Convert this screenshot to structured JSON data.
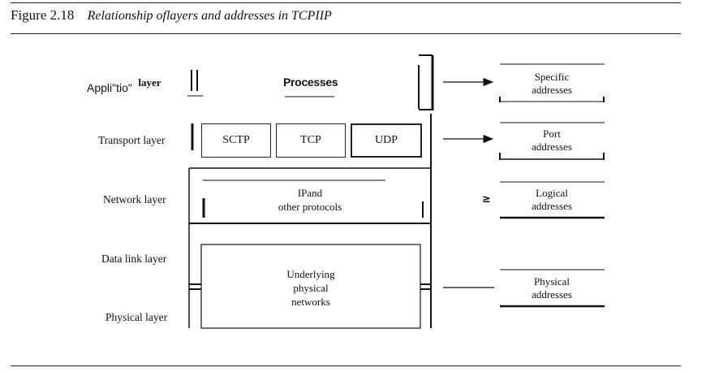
{
  "figure": {
    "number": "Figure 2.18",
    "caption": "Relationship oflayers and addresses in TCPIIP"
  },
  "layers": {
    "application_main": "Appli\"tio\"",
    "application_suffix": "layer",
    "transport": "Transport layer",
    "network": "Network layer",
    "data_link": "Data link layer",
    "physical": "Physical layer"
  },
  "protocols": {
    "processes": "Processes",
    "sctp": "SCTP",
    "tcp": "TCP",
    "udp": "UDP",
    "ip_line1": "IPand",
    "ip_line2": "other protocols",
    "net_line1": "Underlying",
    "net_line2": "physical",
    "net_line3": "networks"
  },
  "addresses": {
    "specific_1": "Specific",
    "specific_2": "addresses",
    "port_1": "Port",
    "port_2": "addresses",
    "logical_1": "Logical",
    "logical_2": "addresses",
    "physical_1": "Physical",
    "physical_2": "addresses"
  },
  "stray_glyph": "≥"
}
